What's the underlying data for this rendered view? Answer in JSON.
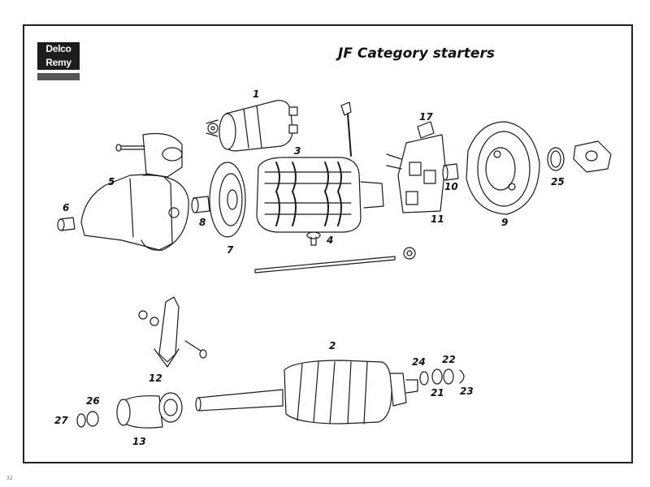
{
  "page": {
    "title": "JF Category starters",
    "page_number": "32"
  },
  "logo": {
    "line1": "Delco",
    "line2": "Remy"
  },
  "callouts": {
    "p1": "1",
    "p2": "2",
    "p3": "3",
    "p4": "4",
    "p5": "5",
    "p6": "6",
    "p7": "7",
    "p8": "8",
    "p9": "9",
    "p10": "10",
    "p11": "11",
    "p12": "12",
    "p13": "13",
    "p17": "17",
    "p21": "21",
    "p22": "22",
    "p23": "23",
    "p24": "24",
    "p25": "25",
    "p26": "26",
    "p27": "27"
  },
  "colors": {
    "line": "#1a1a1a",
    "shade": "#cfcfcf",
    "paper": "#ffffff"
  }
}
